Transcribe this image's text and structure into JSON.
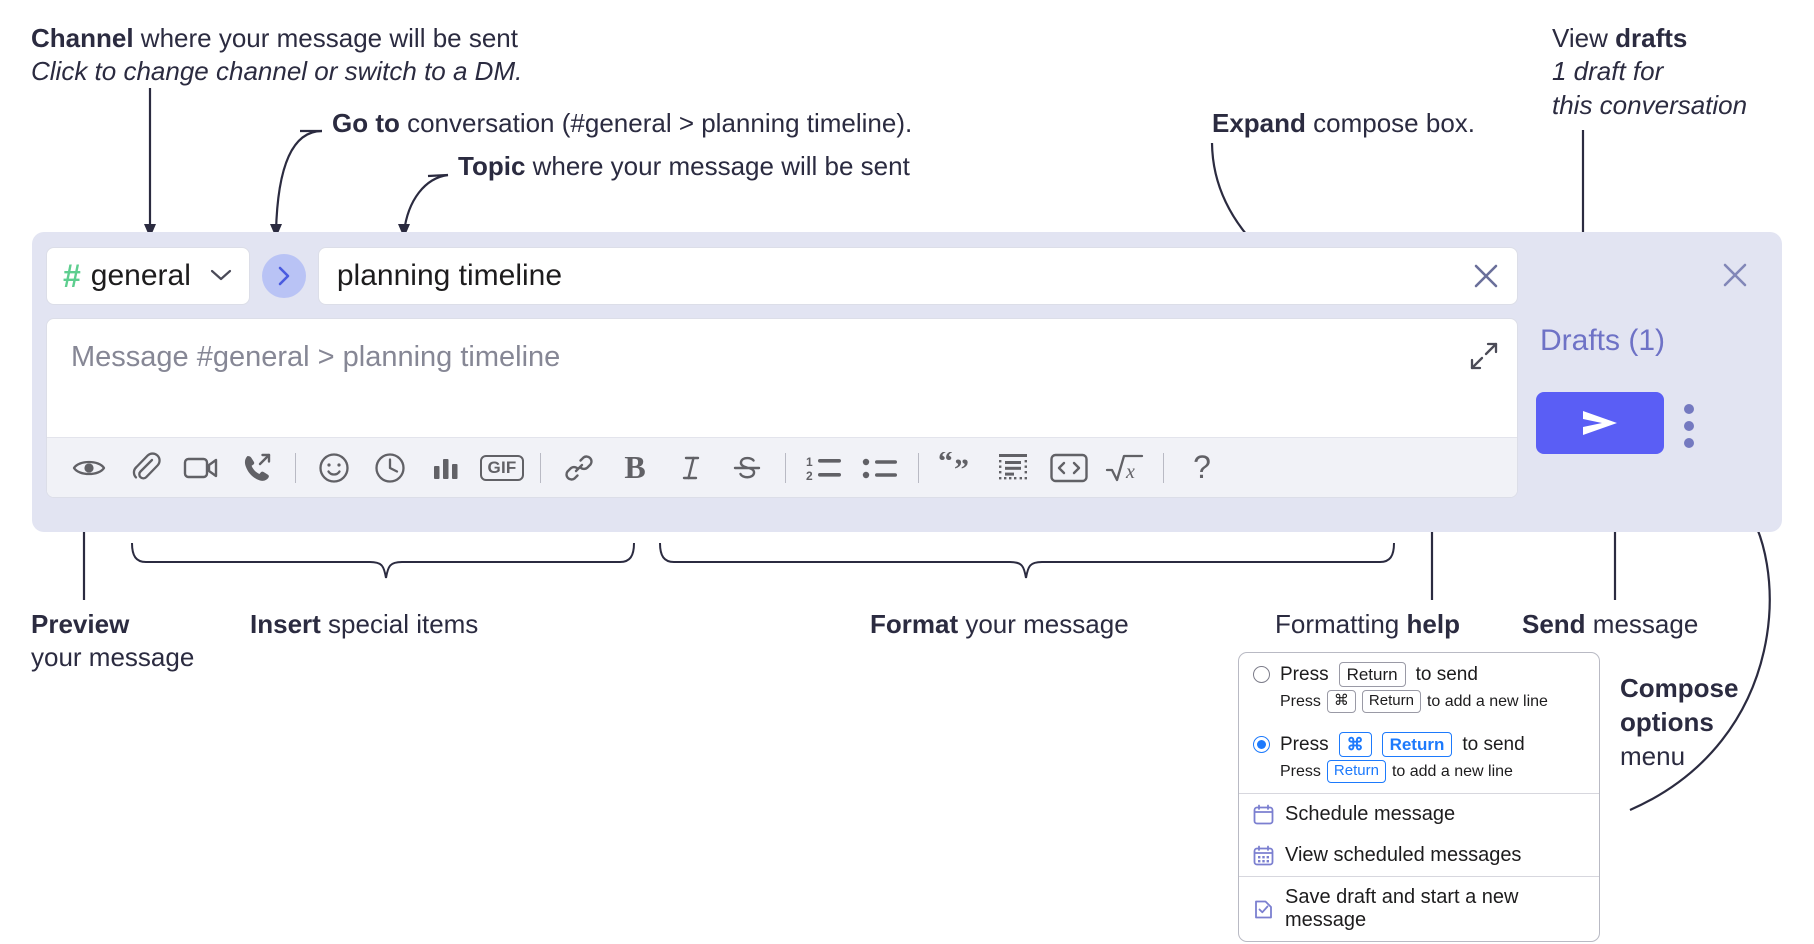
{
  "annotations": {
    "channel": {
      "bold": "Channel",
      "rest": " where your message will be sent",
      "italic": "Click to change channel or switch to a DM."
    },
    "goto": {
      "bold": "Go to",
      "rest": " conversation (#general > planning timeline)."
    },
    "topic": {
      "bold": "Topic",
      "rest": " where your message will be sent"
    },
    "expand": {
      "bold": "Expand",
      "rest": " compose box."
    },
    "drafts": {
      "lead": "View ",
      "bold": "drafts",
      "italic1": "1 draft for",
      "italic2": "this conversation"
    },
    "preview": {
      "bold": "Preview",
      "line2": "your message"
    },
    "insert": {
      "bold": "Insert",
      "rest": " special items"
    },
    "format": {
      "bold": "Format",
      "rest": " your message"
    },
    "help": {
      "lead": "Formatting ",
      "bold": "help"
    },
    "send": {
      "bold": "Send",
      "rest": " message"
    },
    "compose_options": {
      "bold1": "Compose",
      "bold2": "options",
      "rest": "menu"
    }
  },
  "compose": {
    "channel": {
      "hash": "#",
      "name": "general",
      "chevron": "chevron-down"
    },
    "goto_button_label": "go-to-conversation",
    "topic": {
      "value": "planning timeline",
      "clear_label": "clear-topic"
    },
    "message": {
      "placeholder": "Message #general > planning timeline",
      "expand_label": "expand-compose-box"
    },
    "toolbar": [
      {
        "name": "preview-icon",
        "label": "Preview"
      },
      {
        "name": "attachment-icon",
        "label": "Attach file"
      },
      {
        "name": "video-clip-icon",
        "label": "Record video clip"
      },
      {
        "name": "audio-clip-icon",
        "label": "Record audio clip"
      },
      {
        "sep": true
      },
      {
        "name": "emoji-icon",
        "label": "Emoji"
      },
      {
        "name": "clock-icon",
        "label": "Schedule"
      },
      {
        "name": "poll-icon",
        "label": "Poll"
      },
      {
        "name": "gif-icon",
        "label": "GIF"
      },
      {
        "sep": true
      },
      {
        "name": "link-icon",
        "label": "Link"
      },
      {
        "name": "bold-icon",
        "label": "B"
      },
      {
        "name": "italic-icon",
        "label": "I"
      },
      {
        "name": "strikethrough-icon",
        "label": "S"
      },
      {
        "sep": true
      },
      {
        "name": "ordered-list-icon",
        "label": "Ordered list"
      },
      {
        "name": "bulleted-list-icon",
        "label": "Bulleted list"
      },
      {
        "sep": true
      },
      {
        "name": "blockquote-icon",
        "label": "Blockquote"
      },
      {
        "name": "code-block-icon",
        "label": "Code block"
      },
      {
        "name": "code-icon",
        "label": "Code"
      },
      {
        "name": "math-icon",
        "label": "Math"
      },
      {
        "sep": true
      },
      {
        "name": "help-icon",
        "label": "?"
      }
    ],
    "gif_label": "GIF",
    "bold_label": "B",
    "italic_label": "I",
    "strike_label": "S",
    "help_label": "?",
    "drafts_label": "Drafts (1)",
    "send_label": "send-message",
    "close_label": "close-compose",
    "kebab_label": "compose-options"
  },
  "menu": {
    "option1": {
      "pre": "Press",
      "key": "Return",
      "post": "to send"
    },
    "option1_sub": {
      "pre": "Press",
      "key1": "⌘",
      "key2": "Return",
      "post": "to add a new line"
    },
    "option2": {
      "pre": "Press",
      "key1": "⌘",
      "key2": "Return",
      "post": "to send"
    },
    "option2_sub": {
      "pre": "Press",
      "key": "Return",
      "post": "to add a new line"
    },
    "items": [
      {
        "icon": "calendar-icon",
        "label": "Schedule message"
      },
      {
        "icon": "calendar-grid-icon",
        "label": "View scheduled messages"
      },
      {
        "icon": "save-draft-icon",
        "label": "Save draft and start a new message"
      }
    ]
  },
  "colors": {
    "panel_bg": "#e2e4f2",
    "send_button": "#5a5ef5",
    "hash_green": "#5ece8f",
    "link_purple": "#6e72c6",
    "goto_circle": "#b9c3f5",
    "radio_blue": "#1d7afc"
  }
}
